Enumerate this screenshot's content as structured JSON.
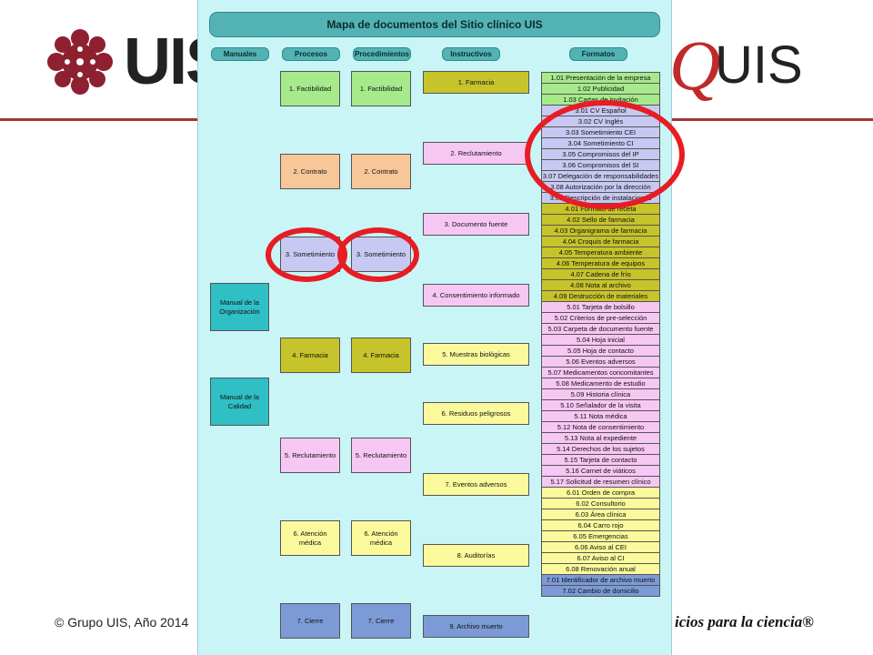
{
  "slide": {
    "left_brand": "UIS",
    "right_brand_q": "Q",
    "right_brand_text": "UIS",
    "copyright": "© Grupo UIS, Año 2014",
    "tagline": "icios para la ciencia®",
    "colors": {
      "accent_red": "#a63232",
      "brand_red": "#c02a2a",
      "annotation_red": "#e81c24"
    }
  },
  "diagram": {
    "title": "Mapa de documentos del Sitio clínico UIS",
    "column_headers": [
      "Manuales",
      "Procesos",
      "Procedimientos",
      "Instructivos",
      "Formatos"
    ],
    "manuales": [
      "Manual de la Organización",
      "Manual de la Calidad"
    ],
    "procesos": [
      "1. Factibilidad",
      "2. Contrato",
      "3. Sometimiento",
      "4. Farmacia",
      "5. Reclutamiento",
      "6. Atención médica",
      "7. Cierre"
    ],
    "procedimientos": [
      "1. Factibilidad",
      "2. Contrato",
      "3. Sometimiento",
      "4. Farmacia",
      "5. Reclutamiento",
      "6. Atención médica",
      "7. Cierre"
    ],
    "instructivos": [
      "1. Farmacia",
      "2. Reclutamiento",
      "3. Documento fuente",
      "4. Consentimiento informado",
      "5. Muestras biológicas",
      "6. Residuos peligrosos",
      "7. Eventos adversos",
      "8. Auditorías",
      "9. Archivo muerto"
    ],
    "formatos": [
      "1.01 Presentación de la empresa",
      "1.02 Publicidad",
      "1.03 Cartas de invitación",
      "3.01 CV Español",
      "3.02 CV Inglés",
      "3.03 Sometimiento CEI",
      "3.04 Sometimiento CI",
      "3.05 Compromisos del IP",
      "3.06 Compromisos del SI",
      "3.07 Delegación de responsabilidades",
      "3.08 Autorización por la dirección",
      "3.09 Descripción de instalaciones",
      "4.01 Formato de receta",
      "4.02 Sello de farmacia",
      "4.03 Organigrama de farmacia",
      "4.04 Croquis de farmacia",
      "4.05 Temperatura ambiente",
      "4.06 Temperatura de equipos",
      "4.07 Cadena de frío",
      "4.08 Nota al archivo",
      "4.09 Destrucción de materiales",
      "5.01 Tarjeta de bolsillo",
      "5.02 Criterios de pre-selección",
      "5.03 Carpeta de documento fuente",
      "5.04 Hoja inicial",
      "5.05 Hoja de contacto",
      "5.06 Eventos adversos",
      "5.07 Medicamentos concomitantes",
      "5.08 Medicamento de estudio",
      "5.09 Historia clínica",
      "5.10 Señalador de la visita",
      "5.11 Nota médica",
      "5.12 Nota de consentimiento",
      "5.13 Nota al expediente",
      "5.14 Derechos de los sujetos",
      "5.15 Tarjeta de contacto",
      "5.16 Carnet de viáticos",
      "5.17 Solicitud de resumen clínico",
      "6.01 Orden de compra",
      "6.02 Consultorio",
      "6.03 Área clínica",
      "6.04 Carro rojo",
      "6.05 Emergencias",
      "6.06 Aviso al CEI",
      "6.07 Aviso al CI",
      "6.08 Renovación anual",
      "7.01 Identificador de archivo muerto",
      "7.02 Cambio de domicilio"
    ],
    "colors": {
      "background": "#c9f5f7",
      "header": "#53b3b4",
      "green": "#a6ea8c",
      "peach": "#f7c79a",
      "lavender": "#c7c9f2",
      "olive": "#c7c32a",
      "pink": "#f7c7f4",
      "yellow": "#fafa9c",
      "blue": "#7c9ad6",
      "teal": "#2fbfc4"
    }
  }
}
